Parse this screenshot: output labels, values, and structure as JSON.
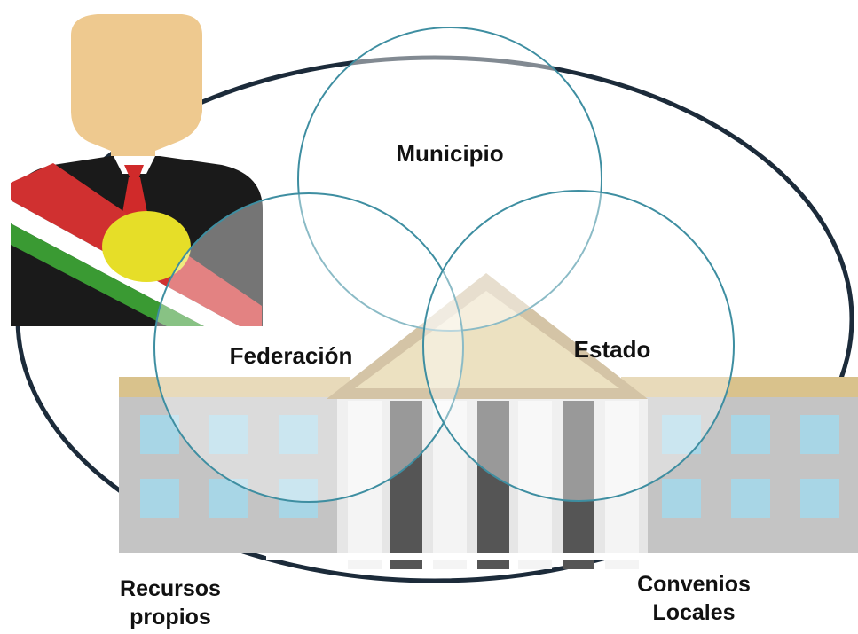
{
  "diagram": {
    "circles": [
      {
        "id": "municipio",
        "label": "Municipio"
      },
      {
        "id": "federacion",
        "label": "Federación"
      },
      {
        "id": "estado",
        "label": "Estado"
      }
    ],
    "bottom_labels": {
      "left": {
        "line1": "Recursos",
        "line2": "propios"
      },
      "right": {
        "line1": "Convenios",
        "line2": "Locales"
      }
    }
  },
  "colors": {
    "venn_stroke": "#3e8ea1",
    "outer_ellipse": "#1c2b3a",
    "building_roof": "#d9c28c",
    "building_wall": "#c4c4c4",
    "window": "#a8d6e6",
    "skin": "#eec98f",
    "suit": "#1a1a1a",
    "tie": "#d02a2a",
    "sash_green": "#3a9a33",
    "sash_red": "#d03030",
    "medal": "#e6de28"
  },
  "icons": [
    "official-with-sash-icon",
    "government-building-icon"
  ]
}
